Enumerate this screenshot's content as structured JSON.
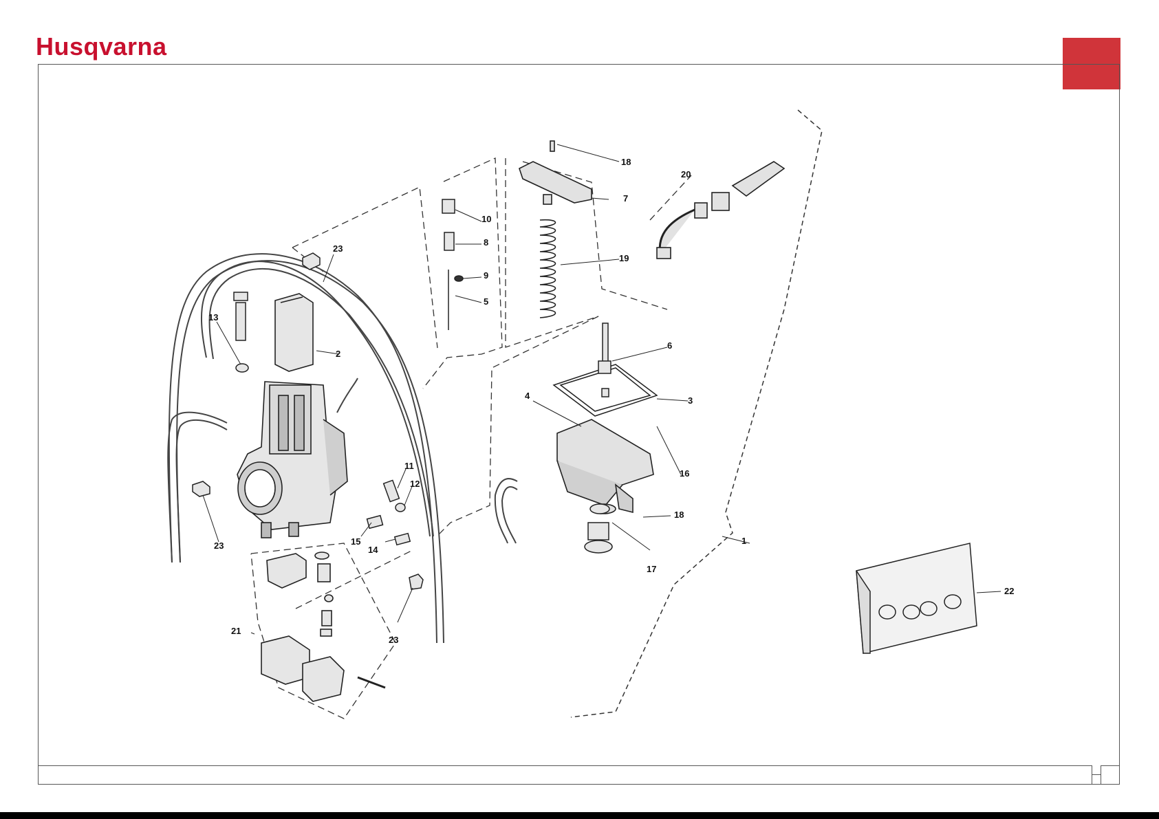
{
  "brand": {
    "name": "Husqvarna",
    "color": "#c8102e"
  },
  "accent": {
    "tab_color": "#d0343a"
  },
  "diagram": {
    "title": "",
    "callouts": [
      {
        "id": "c1",
        "label": "1"
      },
      {
        "id": "c2",
        "label": "2"
      },
      {
        "id": "c3",
        "label": "3"
      },
      {
        "id": "c4",
        "label": "4"
      },
      {
        "id": "c5",
        "label": "5"
      },
      {
        "id": "c6",
        "label": "6"
      },
      {
        "id": "c7",
        "label": "7"
      },
      {
        "id": "c8",
        "label": "8"
      },
      {
        "id": "c9",
        "label": "9"
      },
      {
        "id": "c10",
        "label": "10"
      },
      {
        "id": "c11",
        "label": "11"
      },
      {
        "id": "c12",
        "label": "12"
      },
      {
        "id": "c13",
        "label": "13"
      },
      {
        "id": "c14",
        "label": "14"
      },
      {
        "id": "c15",
        "label": "15"
      },
      {
        "id": "c16",
        "label": "16"
      },
      {
        "id": "c17",
        "label": "17"
      },
      {
        "id": "c18a",
        "label": "18"
      },
      {
        "id": "c18b",
        "label": "18"
      },
      {
        "id": "c19",
        "label": "19"
      },
      {
        "id": "c20",
        "label": "20"
      },
      {
        "id": "c21",
        "label": "21"
      },
      {
        "id": "c22",
        "label": "22"
      },
      {
        "id": "c23a",
        "label": "23"
      },
      {
        "id": "c23b",
        "label": "23"
      },
      {
        "id": "c23c",
        "label": "23"
      }
    ]
  }
}
